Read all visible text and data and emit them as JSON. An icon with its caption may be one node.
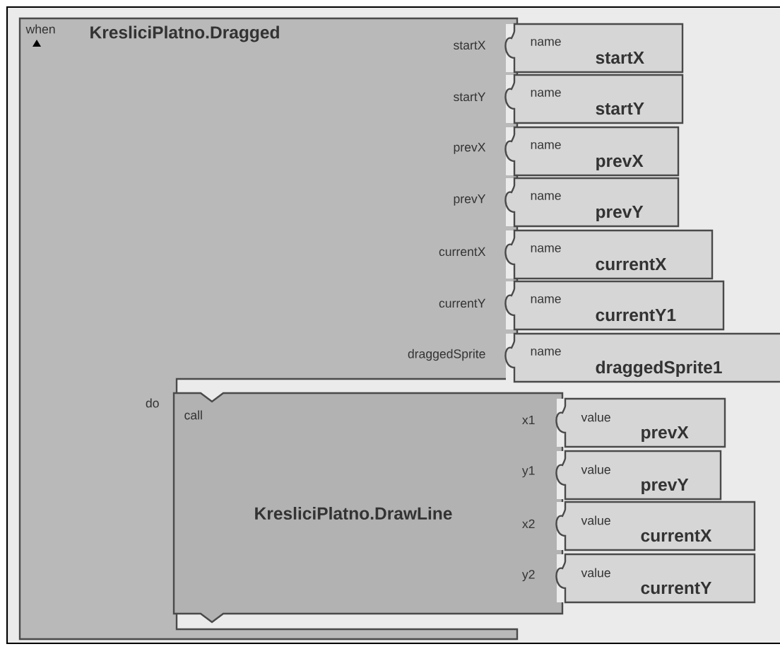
{
  "diagram": {
    "nodes": [
      {
        "text": [
          "when",
          "KresliciPlatno.Dragged",
          "startX",
          "startY",
          "prevX",
          "prevY",
          "currentX",
          "currentY",
          "draggedSprite",
          "do"
        ]
      },
      {
        "text": [
          "name",
          "startX"
        ]
      },
      {
        "text": [
          "name",
          "startY"
        ]
      },
      {
        "text": [
          "name",
          "prevX"
        ]
      },
      {
        "text": [
          "name",
          "prevY"
        ]
      },
      {
        "text": [
          "name",
          "currentX"
        ]
      },
      {
        "text": [
          "name",
          "currentY1"
        ]
      },
      {
        "text": [
          "name",
          "draggedSprite1"
        ]
      },
      {
        "text": [
          "call",
          "KresliciPlatno.DrawLine",
          "x1",
          "y1",
          "x2",
          "y2"
        ]
      },
      {
        "text": [
          "value",
          "prevX"
        ]
      },
      {
        "text": [
          "value",
          "prevY"
        ]
      },
      {
        "text": [
          "value",
          "currentX"
        ]
      },
      {
        "text": [
          "value",
          "currentY"
        ]
      }
    ]
  }
}
